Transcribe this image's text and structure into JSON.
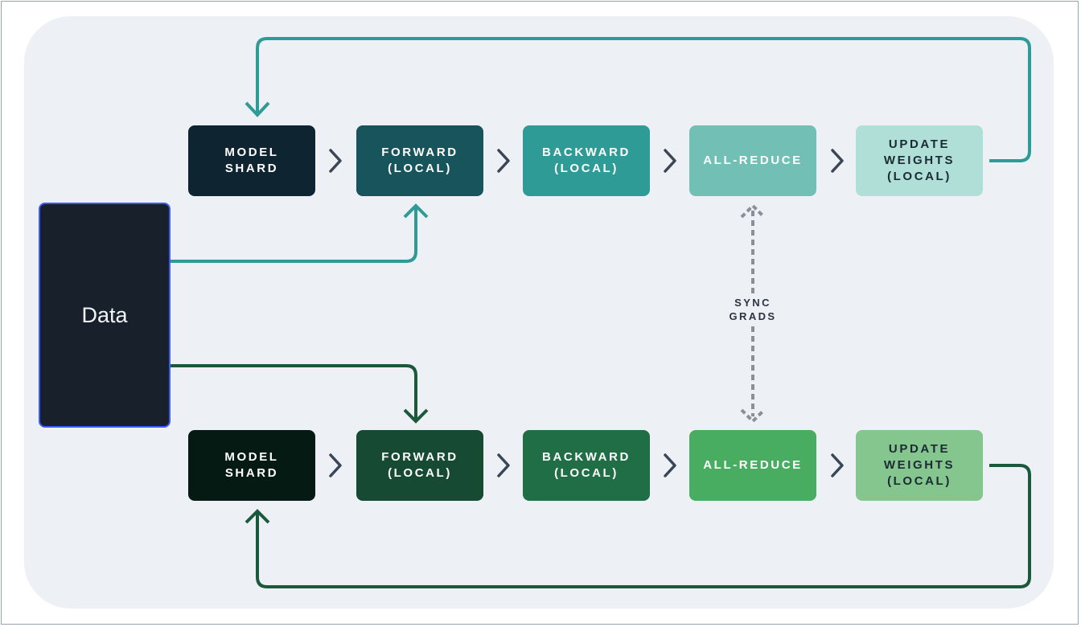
{
  "data_block": {
    "label": "Data"
  },
  "top_row": [
    {
      "key": "model-shard",
      "label": "MODEL\nSHARD",
      "bg": "#0e2430",
      "fg": "#ffffff"
    },
    {
      "key": "forward",
      "label": "FORWARD\n(LOCAL)",
      "bg": "#17545c",
      "fg": "#ffffff"
    },
    {
      "key": "backward",
      "label": "BACKWARD\n(LOCAL)",
      "bg": "#2e9b96",
      "fg": "#ffffff"
    },
    {
      "key": "all-reduce",
      "label": "ALL-REDUCE",
      "bg": "#72c0b5",
      "fg": "#ffffff"
    },
    {
      "key": "update-weights",
      "label": "UPDATE\nWEIGHTS\n(LOCAL)",
      "bg": "#afdfd6",
      "fg": "#1b2a33"
    }
  ],
  "bottom_row": [
    {
      "key": "model-shard",
      "label": "MODEL\nSHARD",
      "bg": "#061a14",
      "fg": "#ffffff"
    },
    {
      "key": "forward",
      "label": "FORWARD\n(LOCAL)",
      "bg": "#164a33",
      "fg": "#ffffff"
    },
    {
      "key": "backward",
      "label": "BACKWARD\n(LOCAL)",
      "bg": "#1f6e45",
      "fg": "#ffffff"
    },
    {
      "key": "all-reduce",
      "label": "ALL-REDUCE",
      "bg": "#48ad60",
      "fg": "#ffffff"
    },
    {
      "key": "update-weights",
      "label": "UPDATE\nWEIGHTS\n(LOCAL)",
      "bg": "#85c68e",
      "fg": "#1b2a33"
    }
  ],
  "sync_label": "SYNC\nGRADS",
  "colors": {
    "top_line": "#2e9b96",
    "bottom_line": "#1a5a3a",
    "chevron": "#3a4656",
    "sync_dash": "#8a9098"
  }
}
